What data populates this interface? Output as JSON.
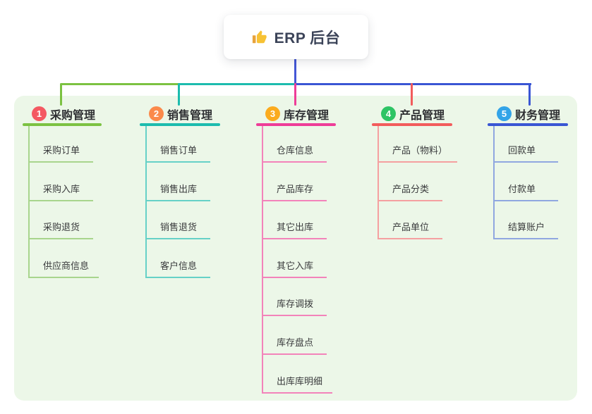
{
  "root": {
    "title": "ERP 后台",
    "icon": "thumbs-up-icon"
  },
  "panel_bg": "#ecf7e8",
  "connector_colors": {
    "root_drop": "#4457d6",
    "bus_segments": [
      "#7cc242",
      "#1cbcae",
      "#3a56d4"
    ]
  },
  "branches": [
    {
      "badge": "1",
      "label": "采购管理",
      "badge_color": "#f45962",
      "line_color": "#7cc242",
      "child_line_color": "#a8d58d",
      "children": [
        "采购订单",
        "采购入库",
        "采购退货",
        "供应商信息"
      ]
    },
    {
      "badge": "2",
      "label": "销售管理",
      "badge_color": "#fb8a4b",
      "line_color": "#1cbcae",
      "child_line_color": "#66d1c7",
      "children": [
        "销售订单",
        "销售出库",
        "销售退货",
        "客户信息"
      ]
    },
    {
      "badge": "3",
      "label": "库存管理",
      "badge_color": "#fbab1e",
      "line_color": "#ee3d98",
      "child_line_color": "#f383ba",
      "children": [
        "仓库信息",
        "产品库存",
        "其它出库",
        "其它入库",
        "库存调拨",
        "库存盘点",
        "出库库明细"
      ]
    },
    {
      "badge": "4",
      "label": "产品管理",
      "badge_color": "#2ec465",
      "line_color": "#f25c5c",
      "child_line_color": "#f5a0a0",
      "children": [
        "产品（物料）",
        "产品分类",
        "产品单位"
      ]
    },
    {
      "badge": "5",
      "label": "财务管理",
      "badge_color": "#33a4e8",
      "line_color": "#3a56d4",
      "child_line_color": "#90a7e0",
      "children": [
        "回款单",
        "付款单",
        "结算账户"
      ]
    }
  ]
}
